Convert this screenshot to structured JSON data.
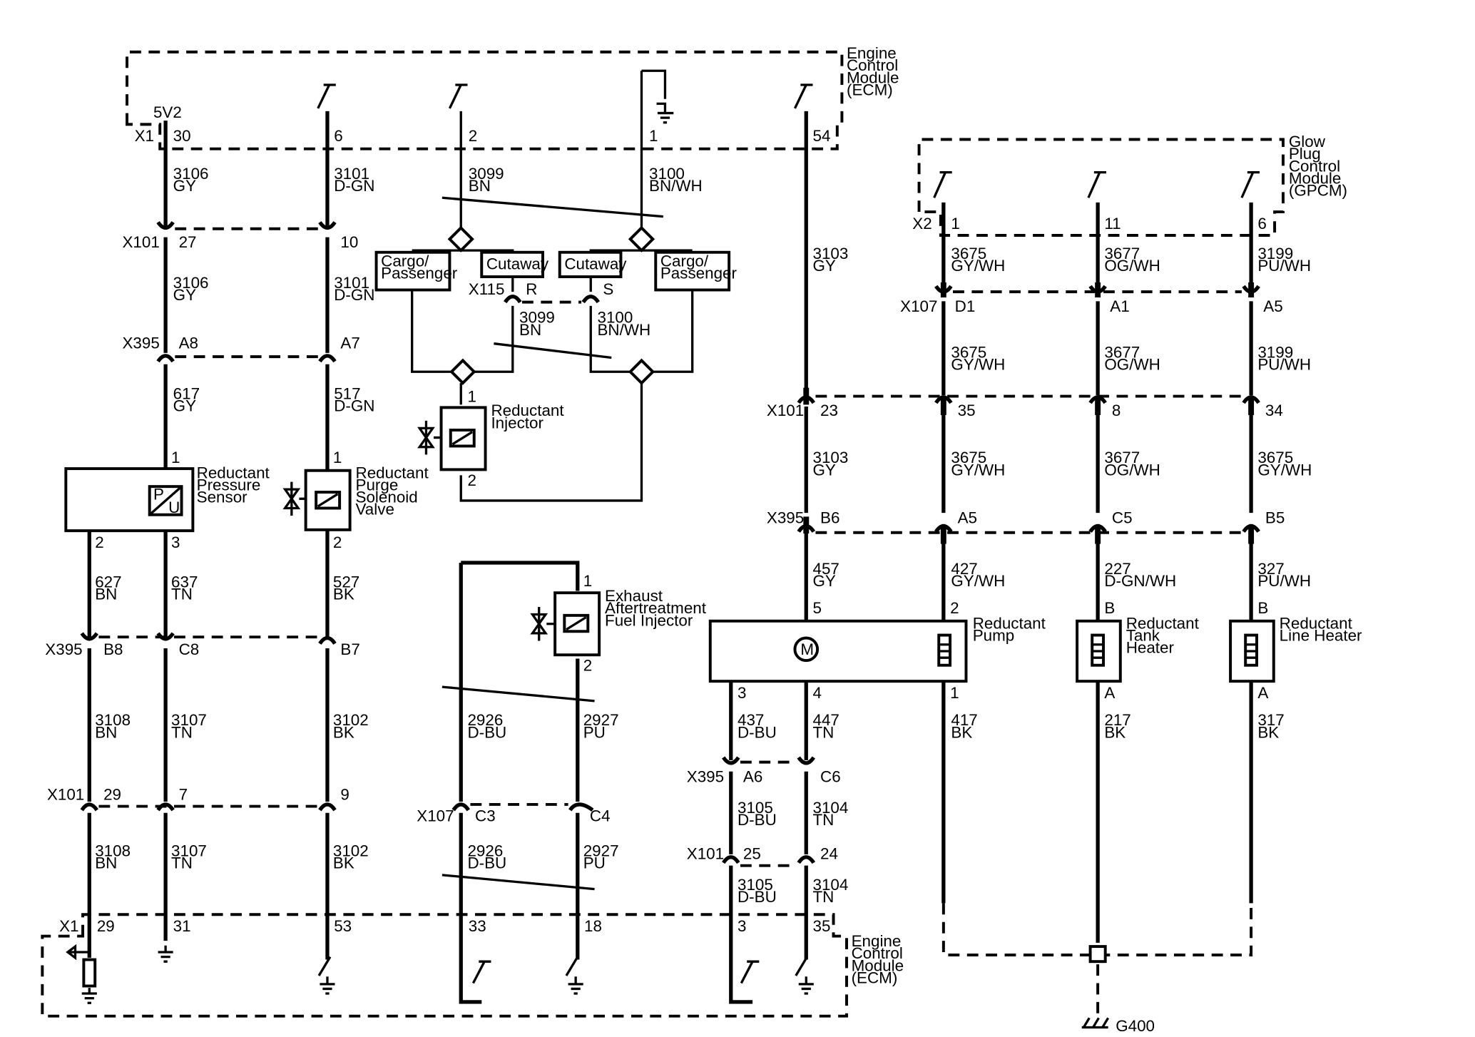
{
  "modules": {
    "ecm": "Engine\nControl\nModule\n(ECM)",
    "gpcm": "Glow\nPlug\nControl\nModule\n(GPCM)"
  },
  "connectors": {
    "x1": "X1",
    "x2": "X2",
    "x101": "X101",
    "x107": "X107",
    "x115": "X115",
    "x395": "X395"
  },
  "pins": {
    "ecm_top": [
      "5V2",
      "30",
      "6",
      "2",
      "1",
      "54"
    ],
    "ecm_bottom": [
      "29",
      "31",
      "53",
      "33",
      "18",
      "3",
      "35"
    ],
    "gpcm": [
      "1",
      "11",
      "6"
    ],
    "x107_top": [
      "D1",
      "A1",
      "A5"
    ],
    "x101_right": [
      "23",
      "35",
      "8",
      "34"
    ],
    "x395_right": [
      "B6",
      "A5",
      "C5",
      "B5"
    ],
    "x101_left": [
      "27",
      "10"
    ],
    "x395_left": [
      "A8",
      "A7"
    ],
    "x395_low": [
      "B8",
      "C8",
      "B7"
    ],
    "x101_low": [
      "29",
      "7",
      "9"
    ],
    "x107_low": [
      "C3",
      "C4"
    ],
    "x395_pump": [
      "A6",
      "C6"
    ],
    "x101_pump": [
      "25",
      "24"
    ],
    "x115": [
      "R",
      "S"
    ],
    "device": [
      "1",
      "1",
      "2",
      "3",
      "1",
      "2",
      "2",
      "1",
      "2",
      "1",
      "5",
      "2",
      "B",
      "B",
      "3",
      "4",
      "1",
      "A",
      "A"
    ]
  },
  "wires": {
    "w3106": "3106\nGY",
    "w3101": "3101\nD-GN",
    "w3099": "3099\nBN",
    "w3100": "3100\nBN/WH",
    "w3103": "3103\nGY",
    "w617": "617\nGY",
    "w517": "517\nD-GN",
    "w3675": "3675\nGY/WH",
    "w3677": "3677\nOG/WH",
    "w3199": "3199\nPU/WH",
    "w457": "457\nGY",
    "w427": "427\nGY/WH",
    "w227": "227\nD-GN/WH",
    "w327": "327\nPU/WH",
    "w627": "627\nBN",
    "w637": "637\nTN",
    "w527": "527\nBK",
    "w3108": "3108\nBN",
    "w3107": "3107\nTN",
    "w3102": "3102\nBK",
    "w2926": "2926\nD-BU",
    "w2927": "2927\nPU",
    "w437": "437\nD-BU",
    "w447": "447\nTN",
    "w3105": "3105\nD-BU",
    "w3104": "3104\nTN",
    "w417": "417\nBK",
    "w217": "217\nBK",
    "w317": "317\nBK"
  },
  "variants": {
    "cargo": "Cargo/\nPassenger",
    "cutaway": "Cutaway"
  },
  "components": {
    "pressure_sensor": "Reductant\nPressure\nSensor",
    "purge_valve": "Reductant\nPurge\nSolenoid\nValve",
    "injector": "Reductant\nInjector",
    "fuel_injector": "Exhaust\nAftertreatment\nFuel Injector",
    "pump": "Reductant\nPump",
    "tank_heater": "Reductant\nTank\nHeater",
    "line_heater": "Reductant\nLine Heater",
    "ground": "G400",
    "sensor_glyph_p": "P",
    "sensor_glyph_u": "U",
    "motor_glyph": "M"
  }
}
